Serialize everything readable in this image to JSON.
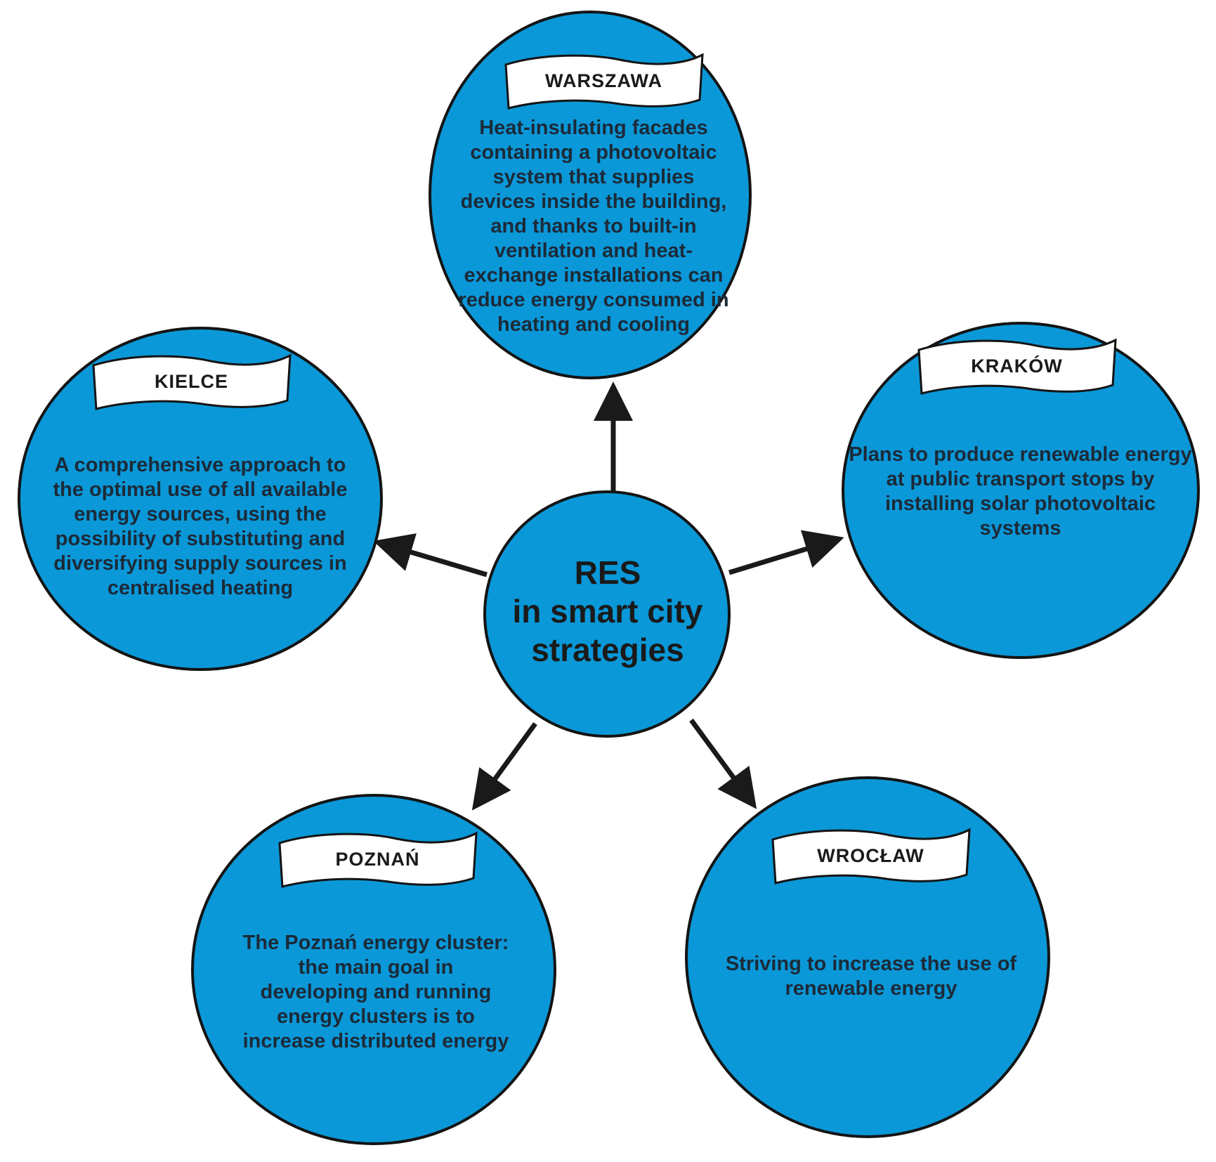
{
  "center": {
    "line1": "RES",
    "line2": "in smart city",
    "line3": "strategies"
  },
  "nodes": {
    "warszawa": {
      "city": "WARSZAWA",
      "text": "Heat-insulating facades containing a photovoltaic system that  supplies devices inside the building, and thanks to built-in ventilation and heat-exchange installations can reduce energy consumed in heating and cooling"
    },
    "krakow": {
      "city": "KRAKÓW",
      "text": "Plans to produce renewable energy at public transport stops by installing solar photovoltaic systems"
    },
    "kielce": {
      "city": "KIELCE",
      "text": "A comprehensive approach to the optimal use of all available energy sources, using the possibility of substituting and diversifying supply sources in centralised heating"
    },
    "poznan": {
      "city": "POZNAŃ",
      "text": "The Poznań energy cluster: the main goal in developing and running energy clusters is to increase distributed energy"
    },
    "wroclaw": {
      "city": "WROCŁAW",
      "text": "Striving to increase the use of renewable energy"
    }
  },
  "colors": {
    "circle_fill": "#0a98d8",
    "outline": "#141414",
    "banner_fill": "#ffffff",
    "text": "#1c2a38"
  }
}
